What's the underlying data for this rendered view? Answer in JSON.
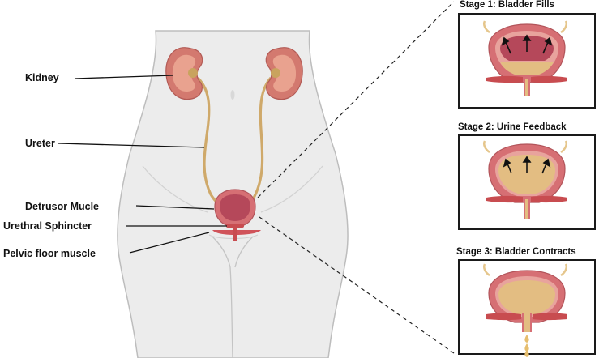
{
  "labels": {
    "kidney": "Kidney",
    "ureter": "Ureter",
    "detrusor": "Detrusor Mucle",
    "urethral_sphincter": "Urethral Sphincter",
    "pelvic_floor": "Pelvic floor muscle"
  },
  "stages": [
    {
      "title": "Stage 1: Bladder Fills"
    },
    {
      "title": "Stage 2: Urine Feedback"
    },
    {
      "title": "Stage 3: Bladder Contracts"
    }
  ],
  "colors": {
    "body_fill": "#ececec",
    "body_outline": "#bdbdbd",
    "kidney": "#d3796f",
    "kidney_inner": "#e9a28f",
    "ureter": "#d9b878",
    "bladder_wall": "#d66f74",
    "bladder_lining": "#e8a39d",
    "urine": "#e3bd82",
    "muscle": "#c84c50",
    "arrow": "#111111"
  }
}
